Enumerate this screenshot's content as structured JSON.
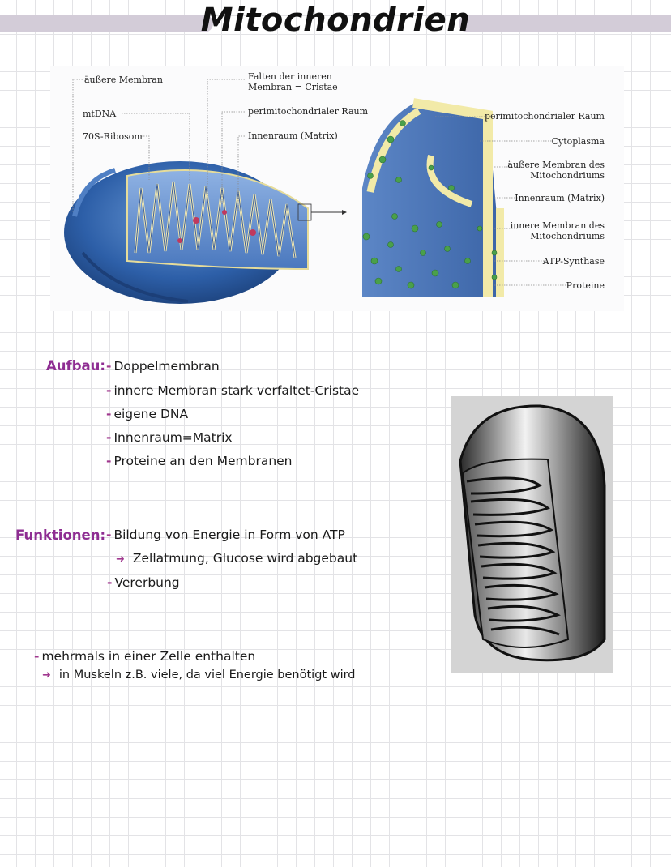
{
  "page": {
    "title": "Mitochondrien"
  },
  "diagram": {
    "labels_left": {
      "outer_membrane": "äußere Membran",
      "mtdna": "mtDNA",
      "ribosome": "70S-Ribosom",
      "cristae_line1": "Falten der inneren",
      "cristae_line2": "Membran = Cristae",
      "intermembrane": "perimitochondrialer Raum",
      "matrix": "Innenraum (Matrix)"
    },
    "labels_right": {
      "intermembrane": "perimitochondrialer Raum",
      "cytoplasm": "Cytoplasma",
      "outer_membrane_line1": "äußere Membran des",
      "outer_membrane_line2": "Mitochondriums",
      "matrix": "Innenraum (Matrix)",
      "inner_membrane_line1": "innere Membran des",
      "inner_membrane_line2": "Mitochondriums",
      "atp_synthase": "ATP-Synthase",
      "proteins": "Proteine"
    }
  },
  "aufbau": {
    "heading": "Aufbau:",
    "items": [
      "Doppelmembran",
      "innere Membran stark verfaltet-Cristae",
      "eigene DNA",
      "Innenraum=Matrix",
      "Proteine an den Membranen"
    ]
  },
  "funktionen": {
    "heading": "Funktionen:",
    "item1": "Bildung von Energie in Form von ATP",
    "sub1": "Zellatmung, Glucose wird abgebaut",
    "item2": "Vererbung"
  },
  "notes": {
    "line1": "mehrmals  in einer Zelle enthalten",
    "line2": "in Muskeln z.B. viele, da viel Energie benötigt wird"
  },
  "colors": {
    "accent": "#8e2d92",
    "dash": "#a0378e",
    "title_bar": "#d3ccd8"
  }
}
